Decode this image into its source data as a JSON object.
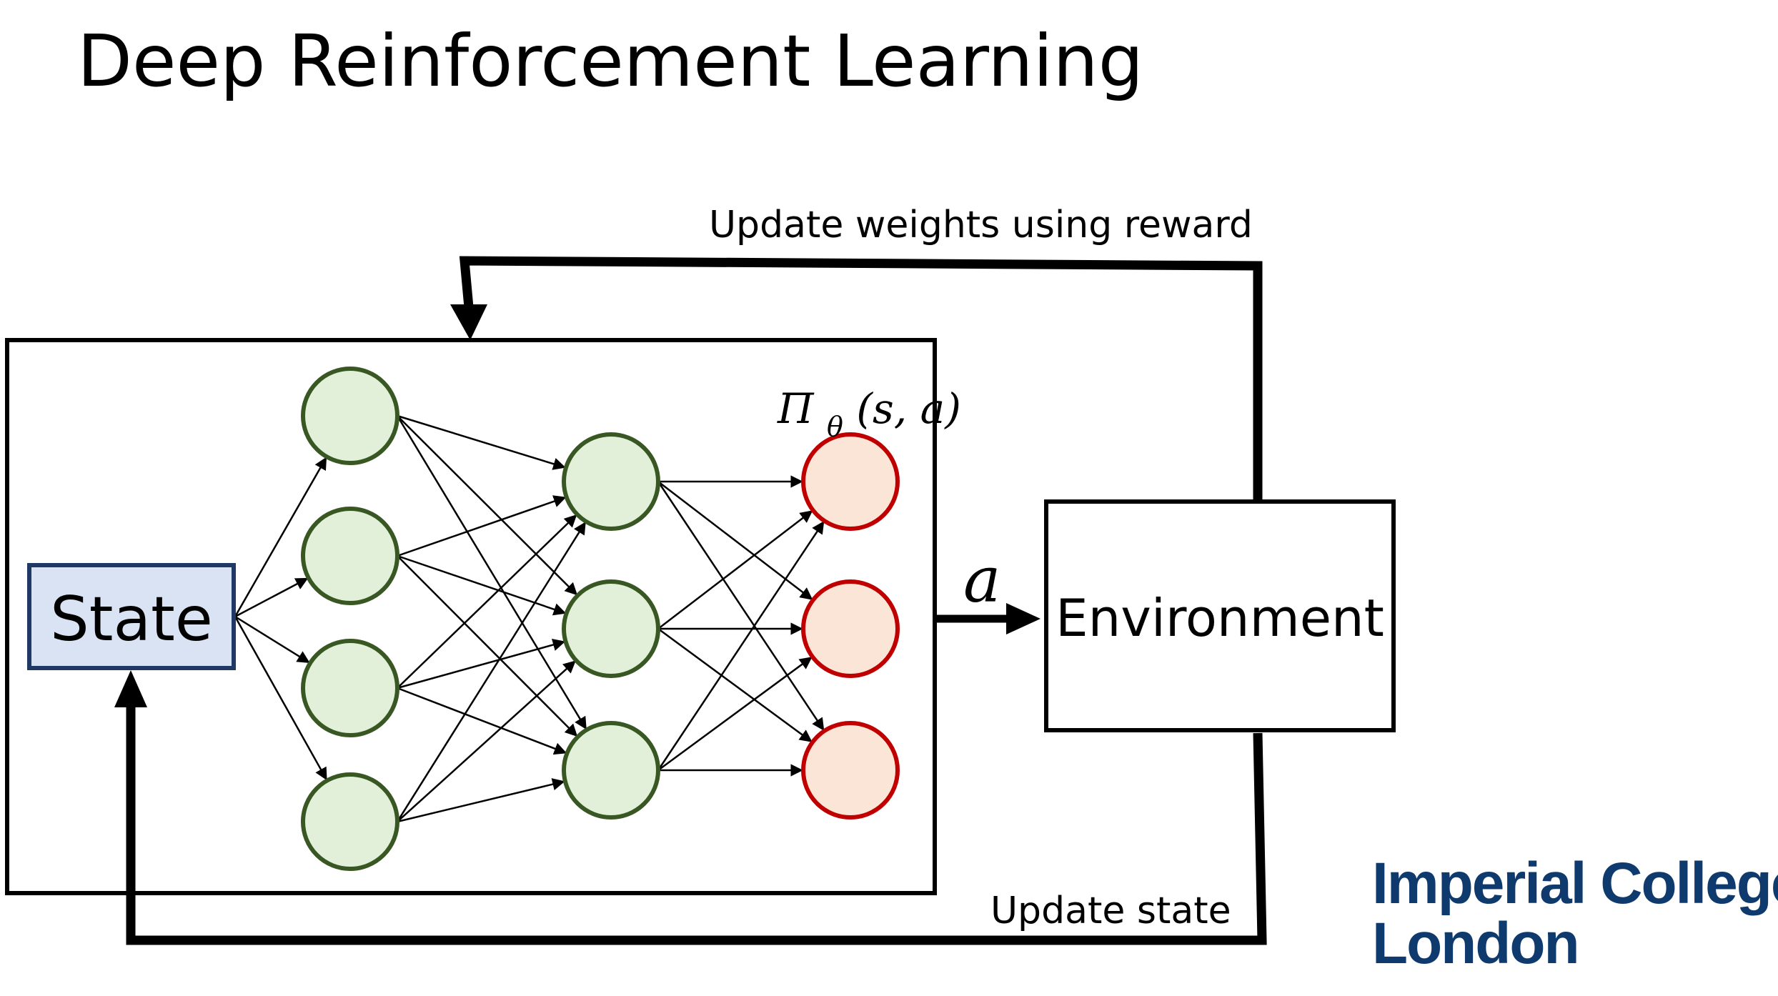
{
  "title": "Deep Reinforcement Learning",
  "labels": {
    "update_weights": "Update weights using reward",
    "update_state": "Update state",
    "state": "State",
    "environment": "Environment",
    "action": "a",
    "policy_symbol": "Π",
    "policy_subscript": "θ",
    "policy_args": "(s, a)"
  },
  "logo": {
    "line1": "Imperial College",
    "line2": "London"
  },
  "network": {
    "layers": [
      4,
      3,
      3
    ],
    "colors": {
      "hidden_fill": "#e2f0d9",
      "hidden_stroke": "#385723",
      "output_fill": "#fbe5d6",
      "output_stroke": "#c00000",
      "state_fill": "#dae3f3",
      "state_stroke": "#1f3864",
      "logo": "#0f3a6e"
    }
  }
}
